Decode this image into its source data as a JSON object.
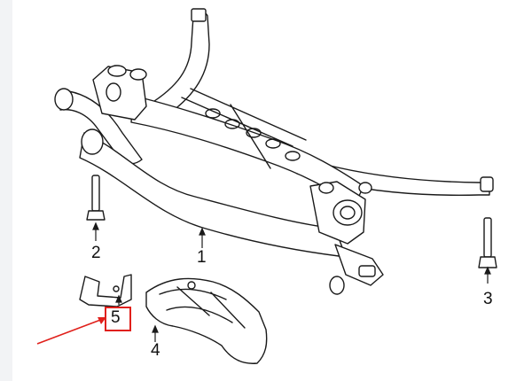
{
  "diagram": {
    "callouts": [
      {
        "id": "1",
        "label": "1",
        "part": "subframe-crossmember"
      },
      {
        "id": "2",
        "label": "2",
        "part": "front-mount-bolt"
      },
      {
        "id": "3",
        "label": "3",
        "part": "rear-mount-bolt"
      },
      {
        "id": "4",
        "label": "4",
        "part": "heat-shield"
      },
      {
        "id": "5",
        "label": "5",
        "part": "bracket",
        "highlighted": true
      }
    ],
    "highlight_color": "#e0201b",
    "line_color": "#1a1a1a"
  }
}
